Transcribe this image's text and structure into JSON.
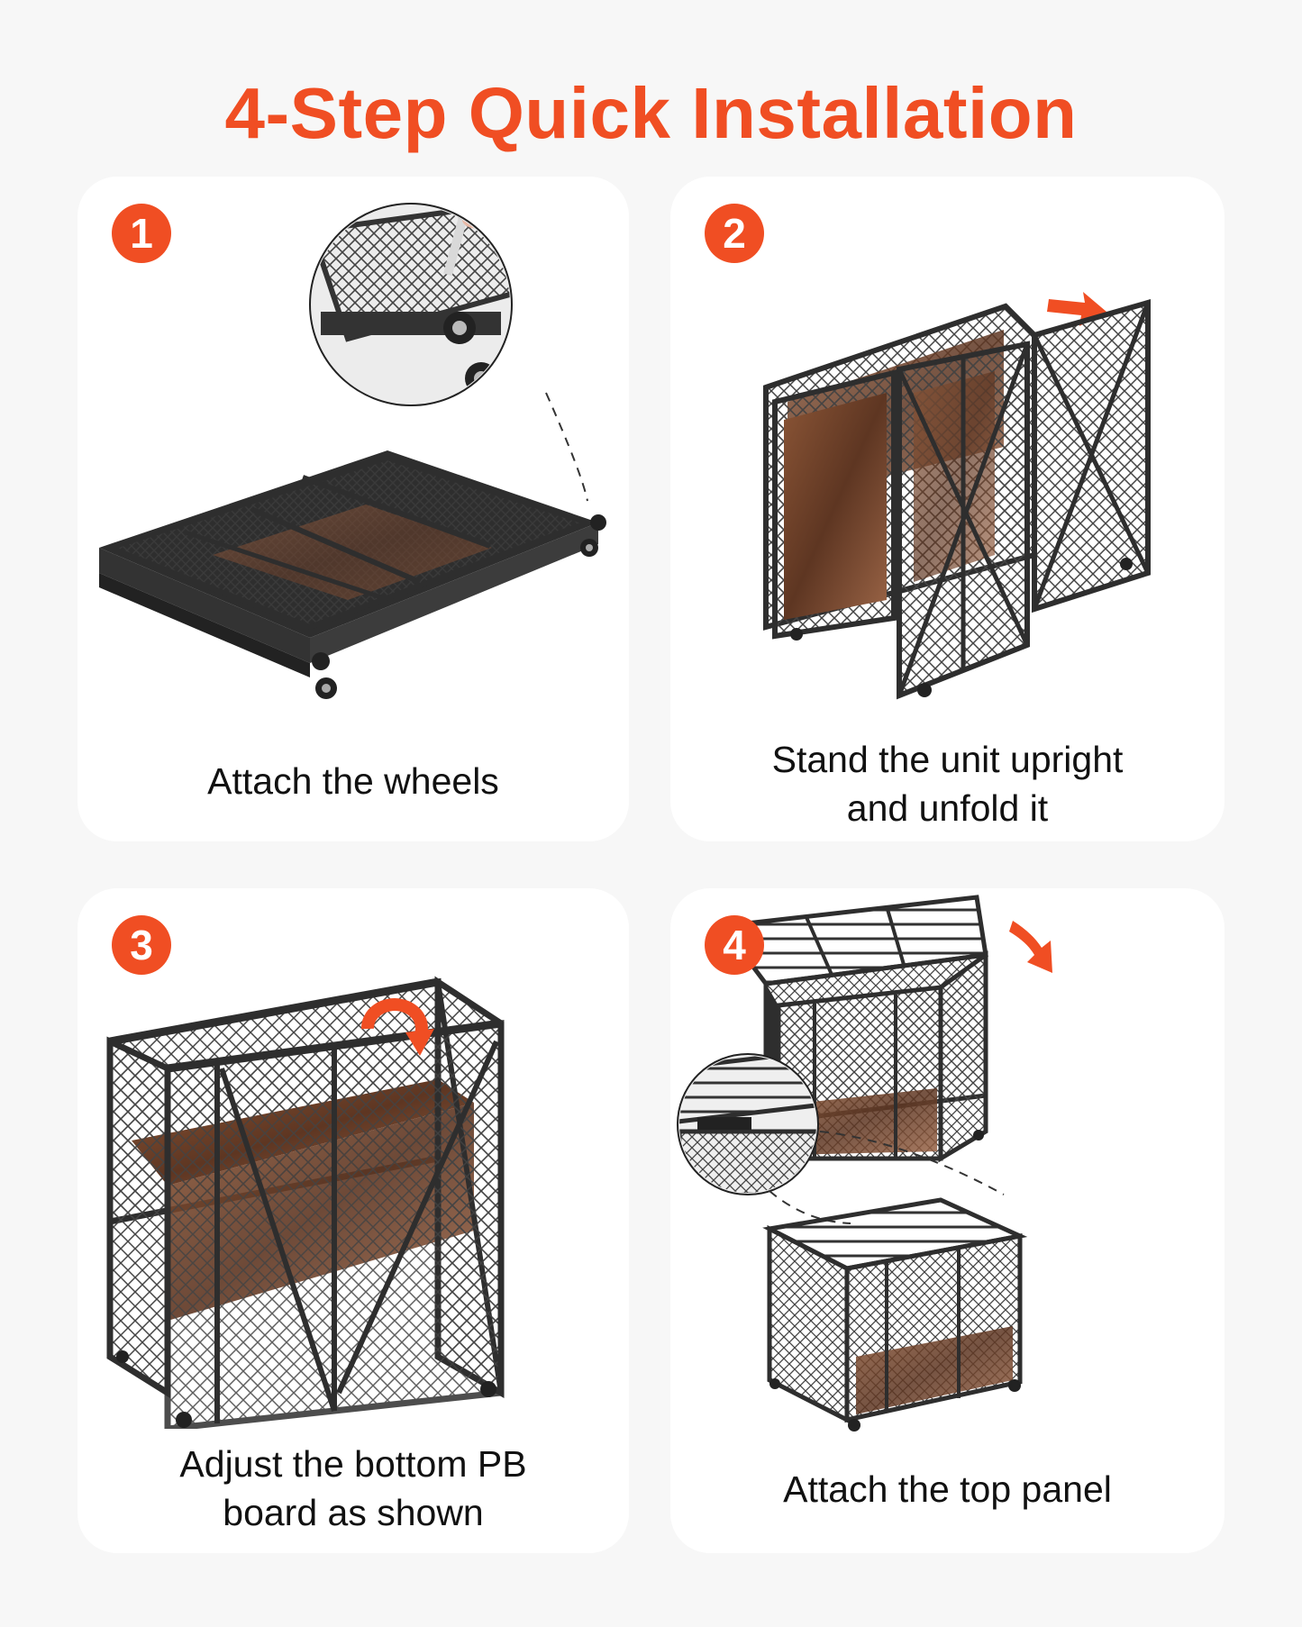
{
  "title": "4-Step Quick Installation",
  "colors": {
    "accent": "#f04e23",
    "frame": "#2e2e2e",
    "wood": "#7a4b32",
    "card": "#ffffff",
    "background": "#f7f7f7"
  },
  "steps": [
    {
      "number": "1",
      "caption_lines": [
        "Attach the wheels"
      ],
      "illustration": "folded-cart-with-wheel-detail"
    },
    {
      "number": "2",
      "caption_lines": [
        "Stand the unit upright",
        "and unfold it"
      ],
      "illustration": "unfolding-cart"
    },
    {
      "number": "3",
      "caption_lines": [
        "Adjust the bottom PB",
        "board as shown"
      ],
      "illustration": "cart-bottom-board"
    },
    {
      "number": "4",
      "caption_lines": [
        "Attach the top panel"
      ],
      "illustration": "cart-top-panel"
    }
  ]
}
